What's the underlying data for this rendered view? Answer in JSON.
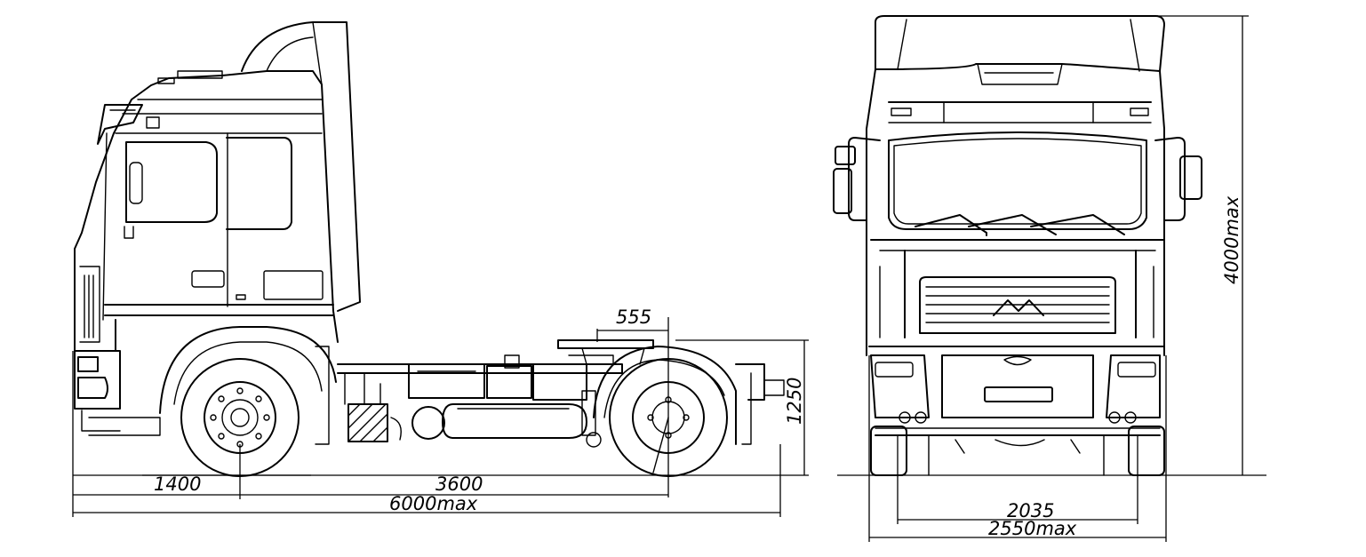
{
  "side_view": {
    "dim_fifth_wheel_offset": "555",
    "dim_front_overhang": "1400",
    "dim_wheelbase": "3600",
    "dim_overall_length": "6000max",
    "dim_coupling_height": "1250"
  },
  "front_view": {
    "dim_overall_height": "4000max",
    "dim_track_width": "2035",
    "dim_overall_width": "2550max"
  }
}
